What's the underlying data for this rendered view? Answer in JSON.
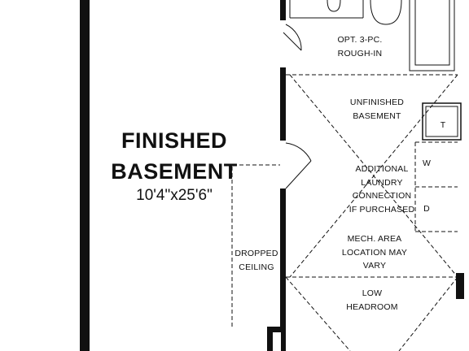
{
  "plan": {
    "finished_basement": {
      "title_line1": "FINISHED",
      "title_line2": "BASEMENT",
      "dimensions": "10'4\"x25'6\""
    },
    "rough_in": {
      "line1": "OPT. 3-PC.",
      "line2": "ROUGH-IN"
    },
    "unfinished": {
      "line1": "UNFINISHED",
      "line2": "BASEMENT"
    },
    "laundry": {
      "line1": "ADDITIONAL",
      "line2": "LAUNDRY",
      "line3": "CONNECTION",
      "line4": "IF PURCHASED"
    },
    "mech_area": {
      "line1": "MECH. AREA",
      "line2": "LOCATION MAY",
      "line3": "VARY"
    },
    "low_headroom": {
      "line1": "LOW",
      "line2": "HEADROOM"
    },
    "dropped_ceiling": {
      "line1": "DROPPED",
      "line2": "CEILING"
    },
    "appliances": {
      "tank": "T",
      "washer": "W",
      "dryer": "D"
    }
  }
}
